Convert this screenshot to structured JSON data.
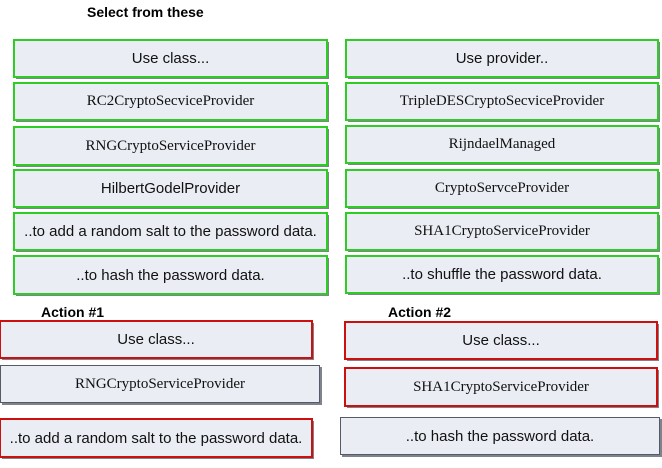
{
  "header": {
    "title": "Select from these"
  },
  "left_options": [
    {
      "label": "Use class...",
      "font": "sans"
    },
    {
      "label": "RC2CryptoSecviceProvider",
      "font": "serif"
    },
    {
      "label": "RNGCryptoServiceProvider",
      "font": "serif"
    },
    {
      "label": "HilbertGodelProvider",
      "font": "sans"
    },
    {
      "label": "..to add a random salt to the password data.",
      "font": "sans"
    },
    {
      "label": "..to hash the password data.",
      "font": "sans"
    }
  ],
  "right_options": [
    {
      "label": "Use provider..",
      "font": "sans"
    },
    {
      "label": "TripleDESCryptoSecviceProvider",
      "font": "serif"
    },
    {
      "label": "RijndaelManaged",
      "font": "serif"
    },
    {
      "label": "CryptoServceProvider",
      "font": "serif"
    },
    {
      "label": "SHA1CryptoServiceProvider",
      "font": "serif"
    },
    {
      "label": "..to shuffle the password data.",
      "font": "sans"
    }
  ],
  "action1": {
    "title": "Action #1",
    "slots": [
      {
        "label": "Use class...",
        "font": "sans"
      },
      {
        "label": "RNGCryptoServiceProvider",
        "font": "serif"
      },
      {
        "label": "..to add a random salt to the password data.",
        "font": "sans"
      }
    ]
  },
  "action2": {
    "title": "Action #2",
    "slots": [
      {
        "label": "Use class...",
        "font": "sans"
      },
      {
        "label": "SHA1CryptoServiceProvider",
        "font": "serif"
      },
      {
        "label": "..to hash the password data.",
        "font": "sans"
      }
    ]
  },
  "colors": {
    "box_fill": "#eaedf4",
    "available_outline": "#2ecc24",
    "selected_outline": "#cc1010"
  }
}
